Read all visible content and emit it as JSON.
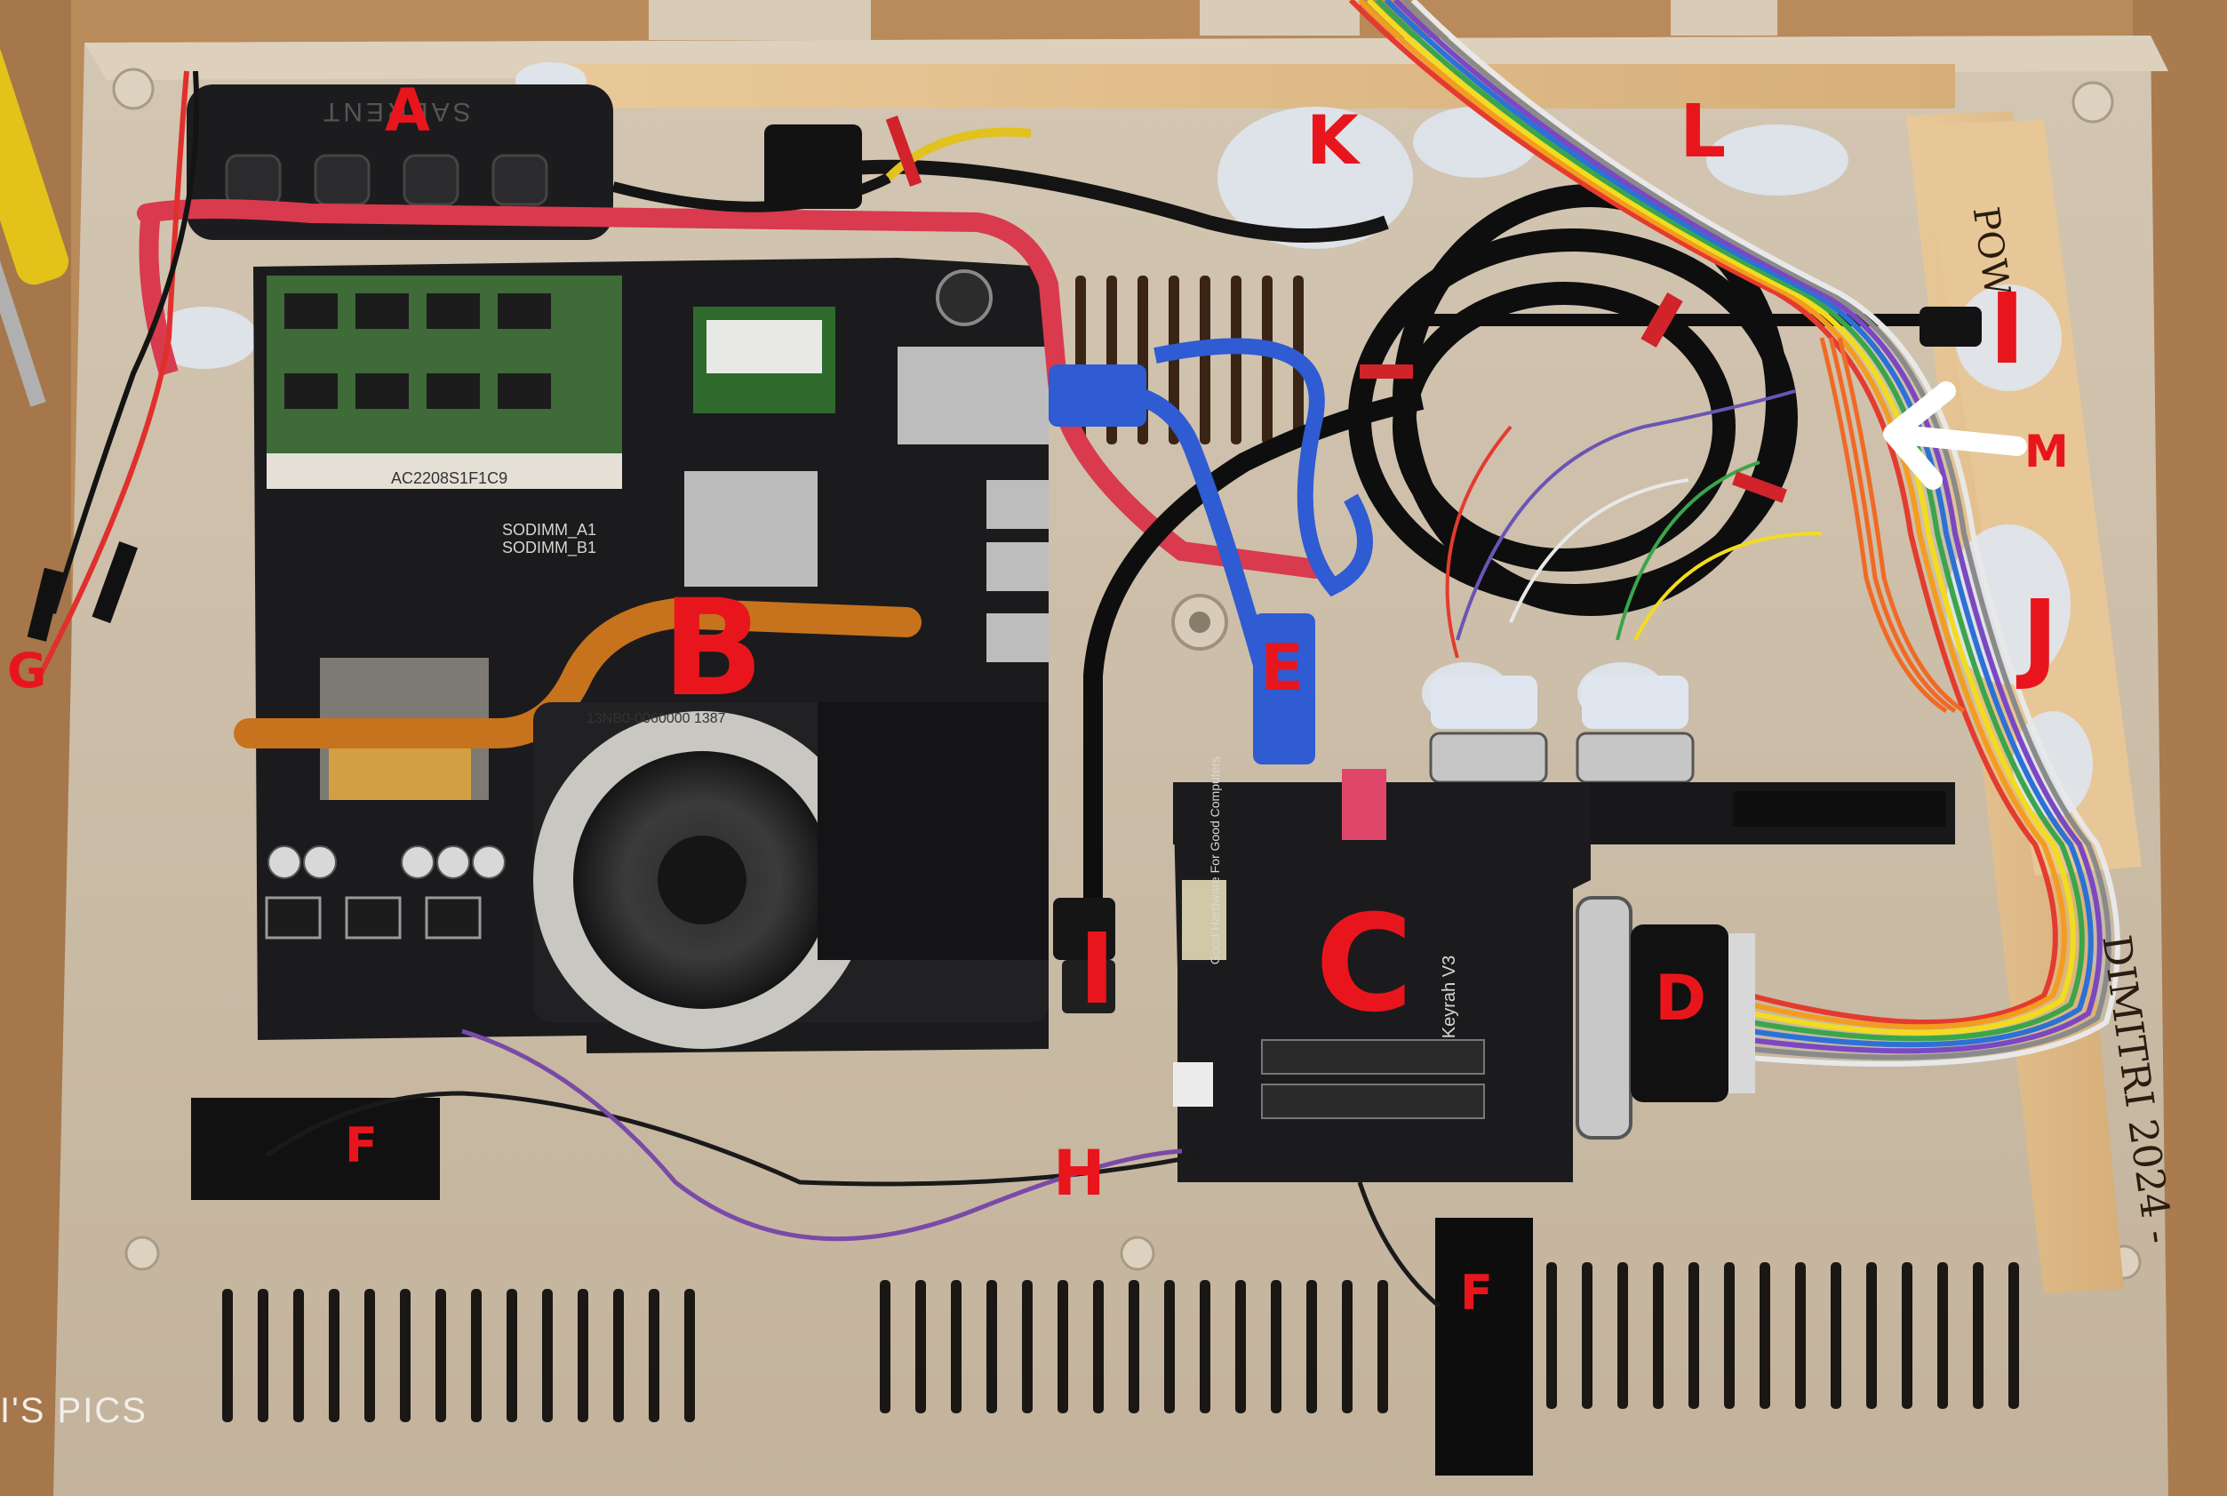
{
  "labels": {
    "A": "A",
    "B": "B",
    "C": "C",
    "D": "D",
    "E": "E",
    "F1": "F",
    "F2": "F",
    "G": "G",
    "H": "H",
    "I1": "I",
    "I2": "I",
    "J": "J",
    "K": "K",
    "L": "L",
    "M": "M"
  },
  "watermark": "I'S PICS",
  "printed": {
    "hub_brand": "SABRENT",
    "ram_code": "AC2208S1F1C9",
    "sodimm_a": "SODIMM_A1",
    "sodimm_b": "SODIMM_B1",
    "board_name": "Keyrah V3",
    "board_tag": "Good Hardware For Good Computers",
    "fan_code": "13NB0-0060000 1387",
    "wood_note": "DIMITRI 2024 -",
    "wood_note_top": "POW"
  },
  "colors": {
    "label_red": "#e8161c",
    "arrow_white": "#ffffff",
    "case": "#c9bba6",
    "board": "#1b1b1d",
    "usb_blue": "#2f5bd3"
  }
}
